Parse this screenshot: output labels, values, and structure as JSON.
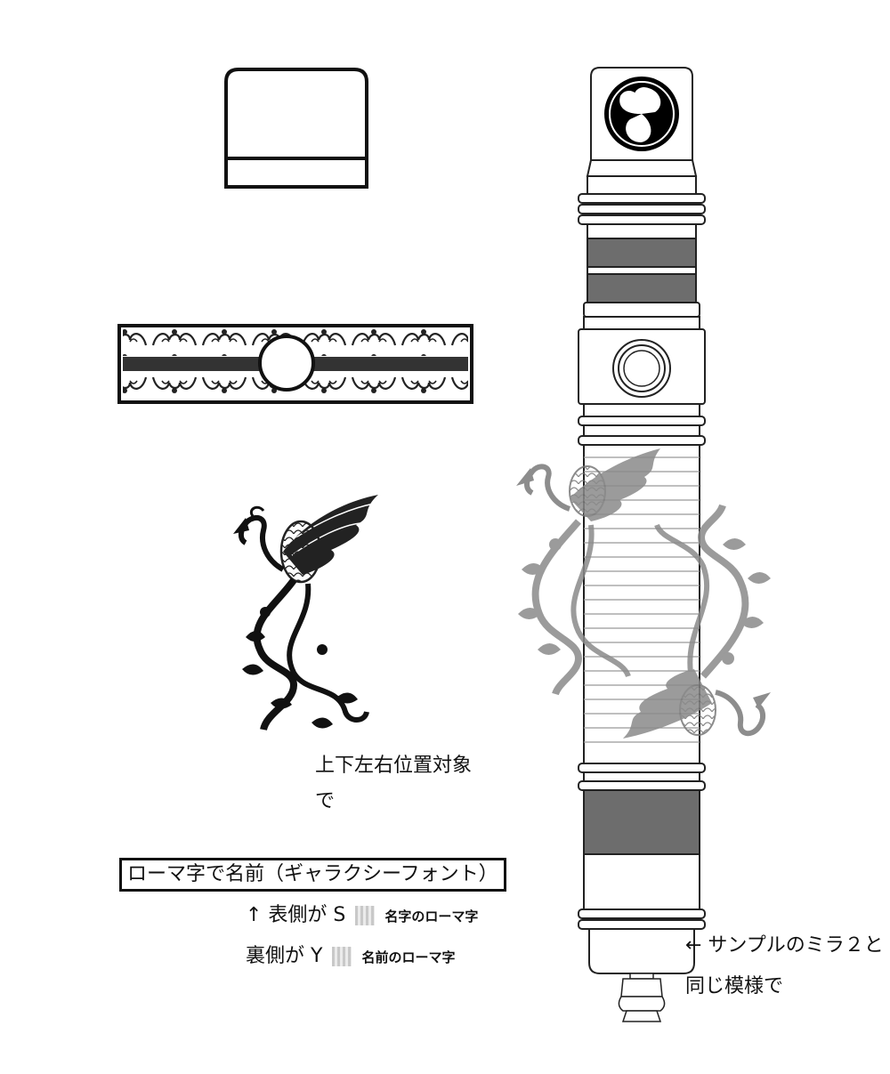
{
  "annotations": {
    "position_note_line1": "上下左右位置対象",
    "position_note_line2": "で",
    "font_label": "ローマ字で名前（ギャラクシーフォント）",
    "front_prefix": "↑ 表側が S",
    "front_sample": "名字のローマ字",
    "back_prefix": "裏側が Y",
    "back_sample": "名前のローマ字",
    "mirror_note_line1": "← サンプルのミラ２と",
    "mirror_note_line2": "同じ模様で"
  },
  "colors": {
    "ink": "#111111",
    "band_gray": "#6d6d6d",
    "dark_gray": "#333333",
    "emblem_black": "#000000",
    "phoenix_gray": "#8a8a8a"
  },
  "icons": [
    "tomoe-emblem",
    "phoenix-motif",
    "arabesque-band-pattern",
    "round-button-icon"
  ]
}
